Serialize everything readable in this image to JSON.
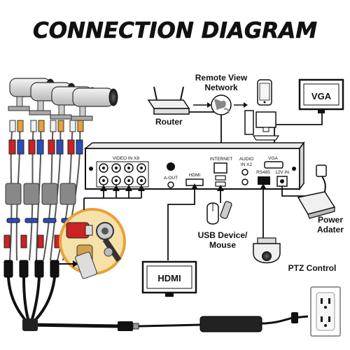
{
  "title": "CONNECTION DIAGRAM",
  "labels": {
    "remote_view": [
      "Remote View",
      "Network"
    ],
    "router": "Router",
    "vga_monitor": "VGA",
    "hdmi_monitor": "HDMI",
    "usb": [
      "USB Device/",
      "Mouse"
    ],
    "ptz": "PTZ Control",
    "power_adapter": [
      "Power",
      "Adater"
    ]
  },
  "dvr_ports": {
    "video_in": "VIDEO IN X8",
    "a_out": "A-OUT",
    "hdmi": "HDMI",
    "internet": "INTERNET",
    "audio_in": [
      "AUDIO",
      "IN X2"
    ],
    "vga": "VGA",
    "rs485": "RS485",
    "dc_in": "12V IN"
  },
  "colors": {
    "ink": "#111111",
    "gray_cable": "#555555",
    "red_plug": "#cc2222",
    "blue_clip": "#2a4fb8",
    "gold_ring": "#e8a13a",
    "device_face": "#ffffff"
  }
}
